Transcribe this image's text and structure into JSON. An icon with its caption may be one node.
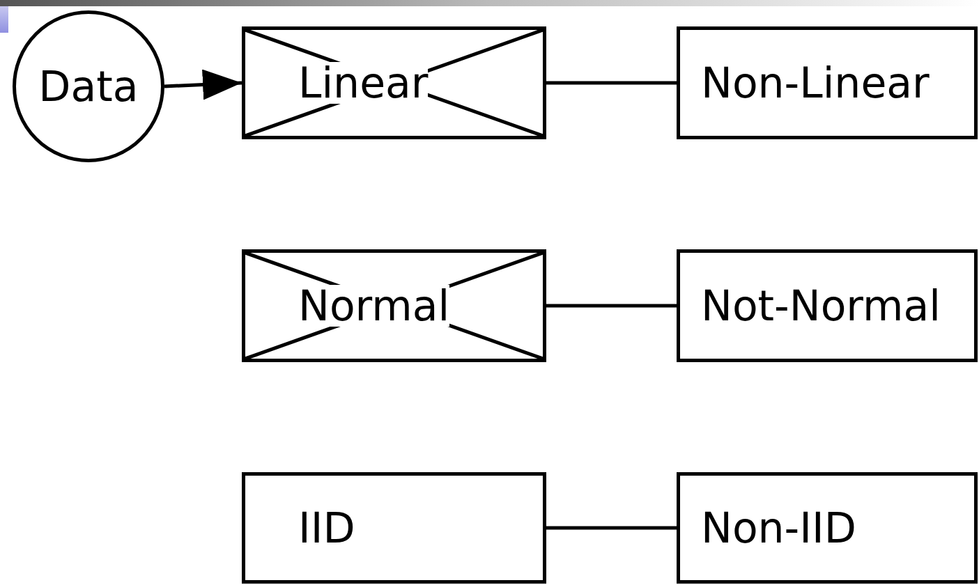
{
  "diagram": {
    "nodes": [
      {
        "text": [
          "Data"
        ]
      },
      {
        "text": [
          "Linear"
        ]
      },
      {
        "text": [
          "Non-Linear"
        ]
      },
      {
        "text": [
          "Normal"
        ]
      },
      {
        "text": [
          "Not-Normal"
        ]
      },
      {
        "text": [
          "IID"
        ]
      },
      {
        "text": [
          "Non-IID"
        ]
      }
    ],
    "edges": [
      {
        "from": 0,
        "to": 1,
        "arrow": "to"
      },
      {
        "from": 1,
        "to": 2,
        "arrow": "none"
      },
      {
        "from": 3,
        "to": 4,
        "arrow": "none"
      },
      {
        "from": 5,
        "to": 6,
        "arrow": "none"
      }
    ]
  }
}
